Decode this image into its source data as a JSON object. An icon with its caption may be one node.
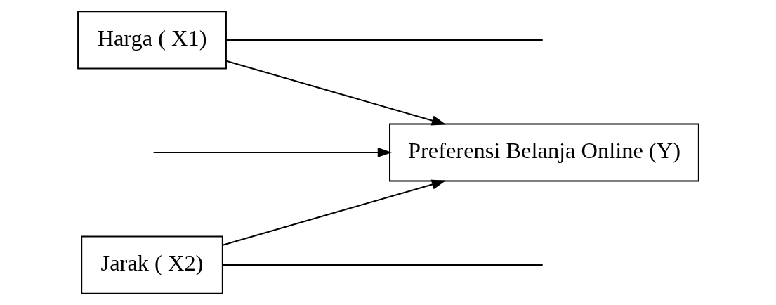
{
  "diagram": {
    "nodes": [
      {
        "text": [
          "Harga ( X1)"
        ]
      },
      {
        "text": [
          "Jarak ( X2)"
        ]
      },
      {
        "text": [
          "Preferensi Belanja Online (Y)"
        ]
      }
    ],
    "edges": [
      {
        "from": 0,
        "to": 2,
        "arrow": "to"
      },
      {
        "from": 1,
        "to": 2,
        "arrow": "to"
      },
      {
        "from": 0,
        "to": null,
        "arrow": "none"
      },
      {
        "from": 1,
        "to": null,
        "arrow": "none"
      },
      {
        "from": null,
        "to": 2,
        "arrow": "to"
      }
    ]
  }
}
